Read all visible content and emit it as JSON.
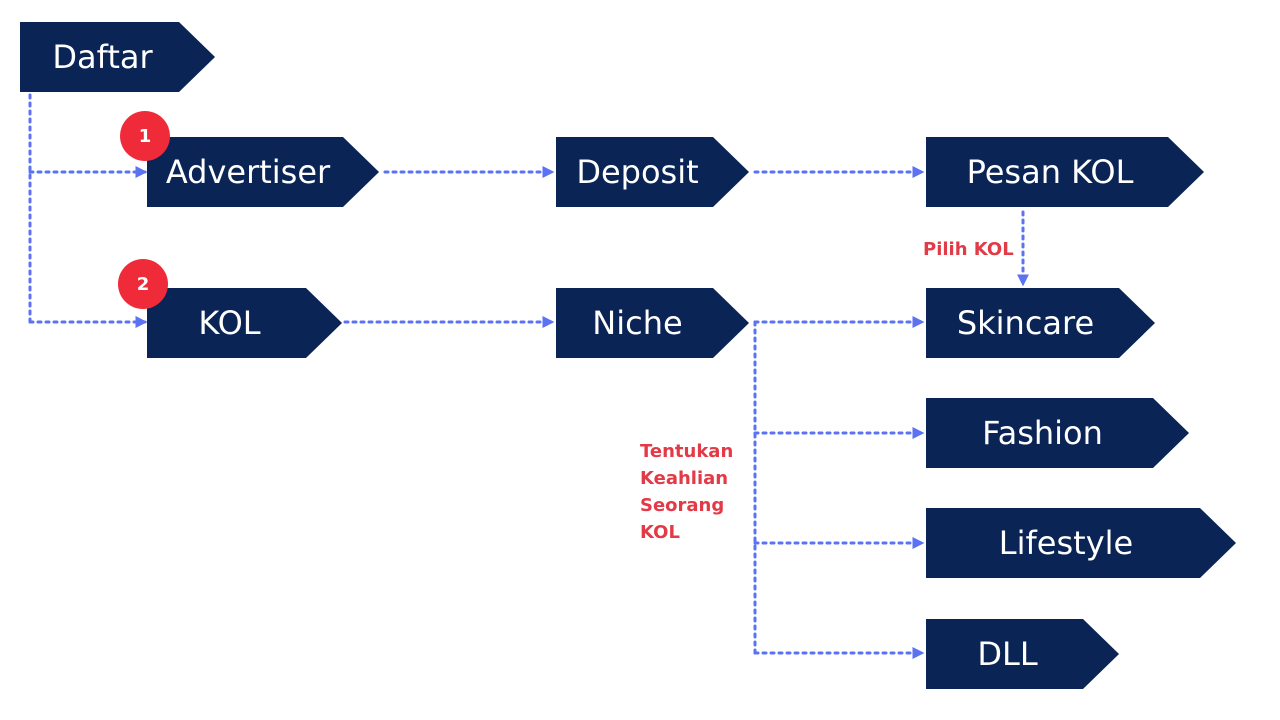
{
  "nodes": {
    "daftar": "Daftar",
    "advertiser": "Advertiser",
    "kol": "KOL",
    "deposit": "Deposit",
    "pesan_kol": "Pesan KOL",
    "niche": "Niche",
    "skincare": "Skincare",
    "fashion": "Fashion",
    "lifestyle": "Lifestyle",
    "dll": "DLL"
  },
  "badges": {
    "advertiser": "1",
    "kol": "2"
  },
  "notes": {
    "pilih_kol": "Pilih KOL",
    "tentukan": "Tentukan\nKeahlian\nSeorang\nKOL"
  },
  "colors": {
    "node_fill": "#0a2456",
    "connector": "#5b72f2",
    "badge": "#ef2b3a",
    "note_text": "#e23a46"
  }
}
